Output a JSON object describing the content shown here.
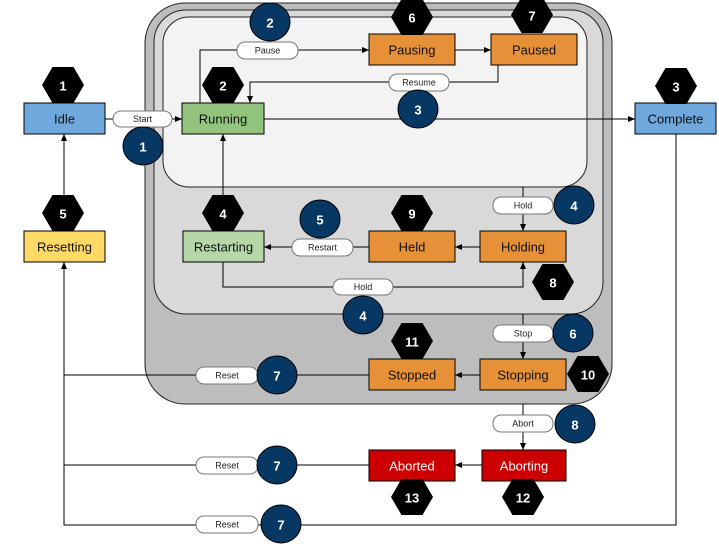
{
  "colors": {
    "outer_container": "#bdbdbd",
    "middle_container": "#d9d9d9",
    "inner_container": "#f3f3f3",
    "idle_complete": "#6fa8dc",
    "running": "#93c47d",
    "restarting": "#b6d7a8",
    "resetting": "#ffd966",
    "orange_state": "#e69138",
    "red_state": "#cc0000",
    "hexagon": "#000000",
    "circle_badge": "#073763"
  },
  "states": {
    "idle": "Idle",
    "running": "Running",
    "pausing": "Pausing",
    "paused": "Paused",
    "complete": "Complete",
    "resetting": "Resetting",
    "restarting": "Restarting",
    "held": "Held",
    "holding": "Holding",
    "stopped": "Stopped",
    "stopping": "Stopping",
    "aborted": "Aborted",
    "aborting": "Aborting"
  },
  "transitions": {
    "start": "Start",
    "pause": "Pause",
    "resume": "Resume",
    "hold_top": "Hold",
    "restart": "Restart",
    "hold_bottom": "Hold",
    "stop": "Stop",
    "reset_stopped": "Reset",
    "abort": "Abort",
    "reset_aborted": "Reset",
    "reset_complete": "Reset"
  },
  "state_numbers": {
    "idle": "1",
    "running": "2",
    "complete": "3",
    "restarting": "4",
    "resetting": "5",
    "pausing": "6",
    "paused": "7",
    "holding": "8",
    "held": "9",
    "stopping": "10",
    "stopped": "11",
    "aborting": "12",
    "aborted": "13"
  },
  "transition_numbers": {
    "start": "1",
    "pause": "2",
    "resume": "3",
    "hold_top": "4",
    "restart": "5",
    "hold_bottom": "4",
    "stop": "6",
    "reset_stopped": "7",
    "abort": "8",
    "reset_aborted": "7",
    "reset_complete": "7"
  }
}
